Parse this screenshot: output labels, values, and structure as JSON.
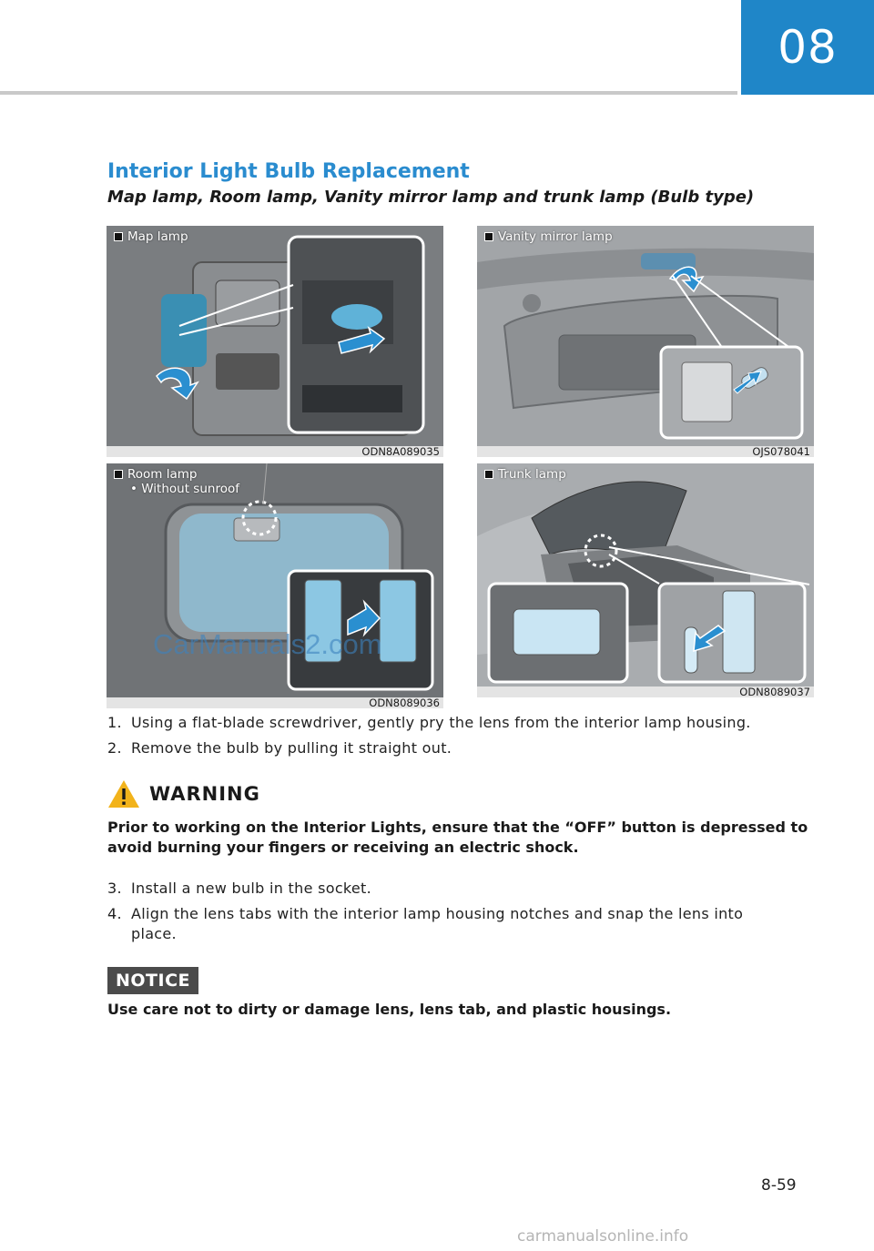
{
  "chapter": "08",
  "section_title": "Interior Light Bulb Replacement",
  "section_subtitle": "Map lamp, Room lamp, Vanity mirror lamp and trunk lamp (Bulb type)",
  "figures": [
    {
      "label": "Map lamp",
      "code": "ODN8A089035"
    },
    {
      "label": "Vanity mirror lamp",
      "code": "OJS078041"
    },
    {
      "label": "Room lamp",
      "sublabel": "• Without sunroof",
      "code": "ODN8089036"
    },
    {
      "label": "Trunk lamp",
      "code": "ODN8089037"
    }
  ],
  "steps_a": [
    {
      "num": "1.",
      "text": "Using a flat-blade screwdriver, gently pry the lens from the interior lamp housing."
    },
    {
      "num": "2.",
      "text": "Remove the bulb by pulling it straight out."
    }
  ],
  "warning": {
    "title": "WARNING",
    "text": "Prior to working on the Interior Lights, ensure that the “OFF” button is depressed to avoid burning your fingers or receiving an electric shock."
  },
  "steps_b": [
    {
      "num": "3.",
      "text": "Install a new bulb in the socket."
    },
    {
      "num": "4.",
      "text": "Align the lens tabs with the interior lamp housing notches and snap the lens into",
      "text_cont": "place."
    }
  ],
  "notice": {
    "title": "NOTICE",
    "text": "Use care not to dirty or damage lens, lens tab, and plastic housings."
  },
  "page_number": "8-59",
  "watermark_image": "CarManuals2.com",
  "watermark_footer": "carmanualsonline.info"
}
